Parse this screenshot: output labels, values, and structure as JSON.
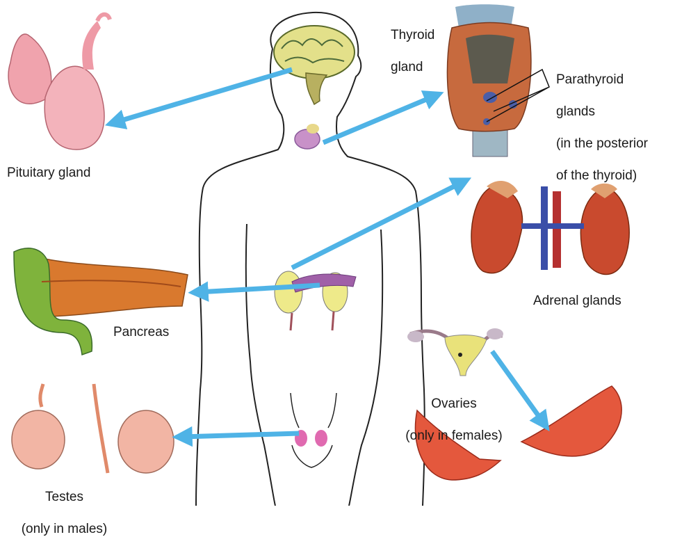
{
  "labels": {
    "pituitary": "Pituitary gland",
    "thyroid": [
      "Thyroid",
      "gland"
    ],
    "parathyroid": [
      "Parathyroid",
      "glands",
      "(in the posterior",
      "of the thyroid)"
    ],
    "adrenal": "Adrenal glands",
    "pancreas": "Pancreas",
    "ovaries": [
      "Ovaries",
      "(only in females)"
    ],
    "testes": [
      "Testes",
      "(only in males)"
    ]
  },
  "colors": {
    "arrow": "#4fb3e6",
    "outline": "#222222",
    "gland_pink": "#f0a3ad",
    "kidney_red": "#c94a2e",
    "pancreas_orange": "#d9792e",
    "pancreas_green": "#7fb33c",
    "brain_yellow": "#e3e08a",
    "vessel_blue": "#3a4ea8",
    "ovary_red": "#e4583d",
    "testis_pink": "#f2b5a4"
  }
}
